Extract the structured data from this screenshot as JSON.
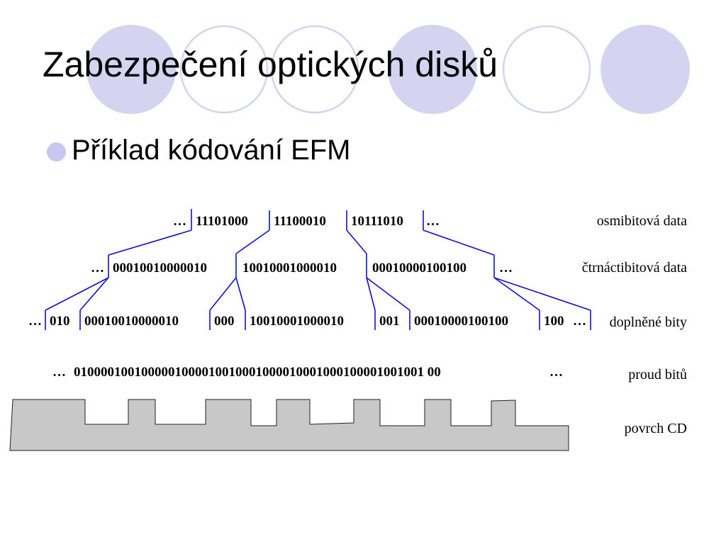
{
  "title": "Zabezpečení optických disků",
  "bullet": "Příklad kódování EFM",
  "colors": {
    "deco_circle_fill": "#d4d4f0",
    "deco_circle_outline": "#d4d4f0",
    "bullet": "#c8c8ee",
    "lines": "#1010c8",
    "cd_surface": "#c8c8c8"
  },
  "diagram": {
    "rows": {
      "eight_bit": {
        "label": "osmibitová data",
        "ellipsis_left": "…",
        "ellipsis_right": "…",
        "groups": [
          "11101000",
          "11100010",
          "10111010"
        ]
      },
      "fourteen_bit": {
        "label": "čtrnáctibitová data",
        "ellipsis_left": "…",
        "ellipsis_right": "…",
        "groups": [
          "00010010000010",
          "10010001000010",
          "00010000100100"
        ]
      },
      "padded": {
        "label": "doplněné bity",
        "ellipsis_left": "…",
        "ellipsis_right": "…",
        "groups": [
          "010",
          "00010010000010",
          "000",
          "10010001000010",
          "001",
          "00010000100100",
          "100"
        ]
      },
      "stream": {
        "label": "proud bitů",
        "ellipsis_left": "…",
        "ellipsis_right": "…",
        "value": "0100001001000001000010010001000010001000100001001001 00"
      },
      "surface": {
        "label": "povrch CD"
      }
    }
  }
}
